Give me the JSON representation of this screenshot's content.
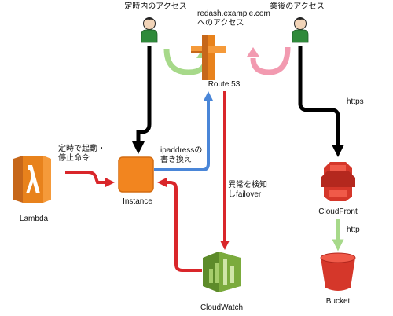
{
  "labels": {
    "user_left": "定時内のアクセス",
    "route53_domain": "redash.example.com",
    "route53_domain2": "へのアクセス",
    "user_right": "業後のアクセス",
    "route53": "Route 53",
    "https": "https",
    "schedule": "定時で起動・\n停止命令",
    "ipaddress": "ipaddressの\n書き換え",
    "lambda": "Lambda",
    "instance": "Instance",
    "anomaly": "異常を検知\nしfailover",
    "cloudfront": "CloudFront",
    "http": "http",
    "cloudwatch": "CloudWatch",
    "bucket": "Bucket"
  },
  "icons": {
    "user_left": "user-icon",
    "user_right": "user-icon",
    "route53": "route53-icon",
    "lambda": "lambda-icon",
    "instance": "instance-icon",
    "cloudfront": "cloudfront-icon",
    "cloudwatch": "cloudwatch-icon",
    "bucket": "bucket-icon",
    "green_cycle": "cycle-arrow-icon",
    "pink_cycle": "cycle-arrow-icon"
  },
  "colors": {
    "black_arrow": "#000000",
    "red_arrow": "#d9262a",
    "blue_arrow": "#4a86d8",
    "green_arrow": "#a7d98a",
    "pink_arrow": "#f29ab0",
    "aws_orange": "#e8821c",
    "aws_red": "#d5372a",
    "aws_green": "#6d9a32"
  }
}
